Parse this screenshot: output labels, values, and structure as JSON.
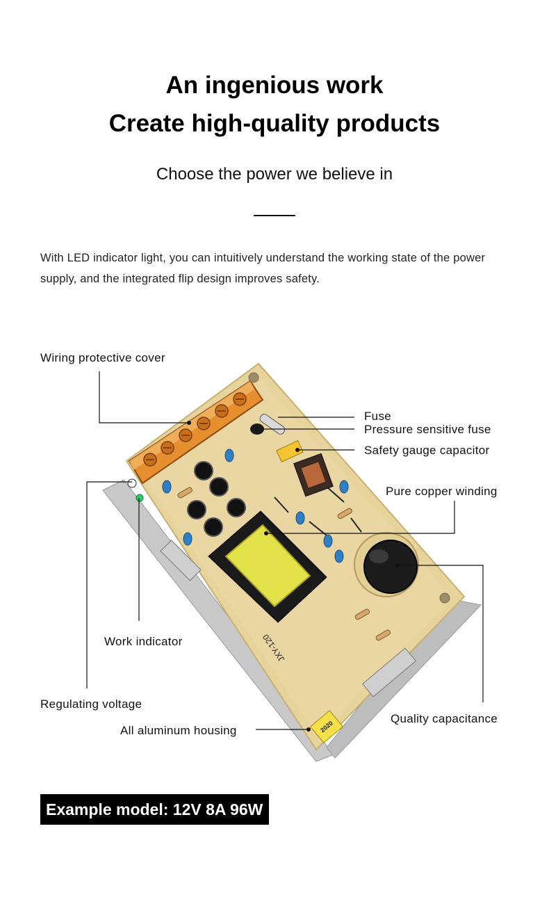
{
  "header": {
    "title_line1": "An ingenious work",
    "title_line2": "Create high-quality products",
    "subtitle": "Choose the power we believe in"
  },
  "description": "With LED indicator light, you can intuitively understand the working state of the power supply, and the integrated flip design improves safety.",
  "callouts": {
    "wiring_cover": "Wiring protective cover",
    "fuse": "Fuse",
    "pressure_fuse": "Pressure sensitive fuse",
    "safety_capacitor": "Safety gauge capacitor",
    "copper_winding": "Pure copper winding",
    "work_indicator": "Work indicator",
    "regulating_voltage": "Regulating voltage",
    "quality_capacitance": "Quality capacitance",
    "aluminum_housing": "All aluminum housing"
  },
  "board_markings": {
    "model_code": "JXY-120",
    "year_code": "2020"
  },
  "model_badge": "Example model: 12V 8A 96W",
  "colors": {
    "pcb": "#e7d39c",
    "terminal_cover": "#e58f2e",
    "transformer_core": "#e4e24a",
    "capacitor_blue": "#2f7fc4",
    "badge_bg": "#000000"
  }
}
